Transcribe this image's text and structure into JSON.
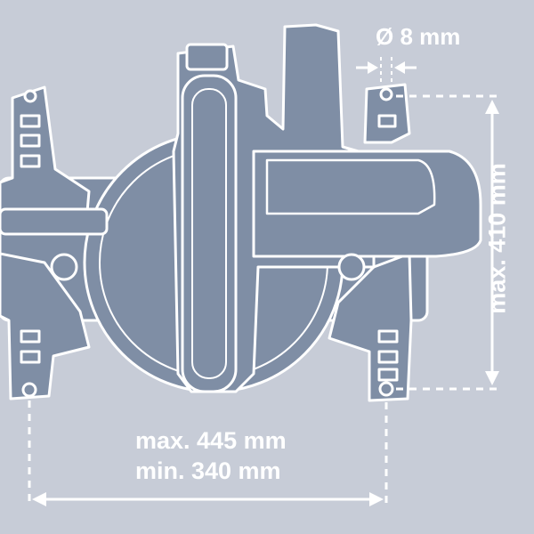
{
  "colors": {
    "background": "#c7ccd7",
    "machine_fill": "#7f8ea5",
    "outline": "#ffffff",
    "dimension": "#ffffff"
  },
  "labels": {
    "bolt_diameter": "Ø 8 mm",
    "width_max": "max. 445 mm",
    "width_min": "min. 340 mm",
    "height_max": "max. 410 mm"
  }
}
